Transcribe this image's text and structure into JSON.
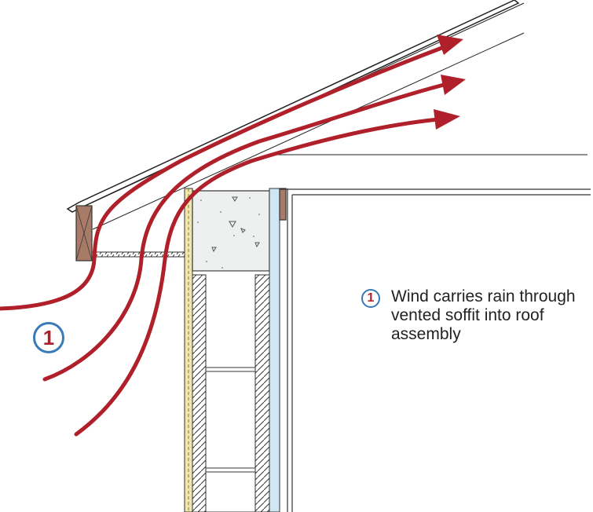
{
  "callout": {
    "number": "1"
  },
  "legend": [
    {
      "number": "1",
      "text": "Wind carries rain through vented soffit into roof assembly"
    }
  ],
  "colors": {
    "arrow": "#b0202a",
    "callout_ring": "#3a7ab8",
    "fascia": "#a87a68",
    "membrane": "#cfe6f5",
    "siding": "#f2e7a8"
  }
}
